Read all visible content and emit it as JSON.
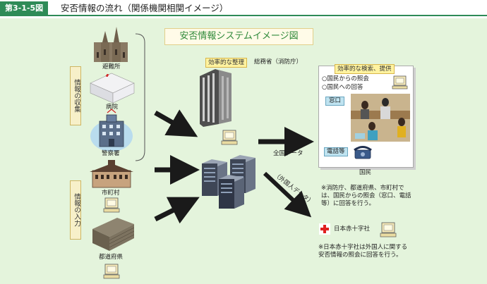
{
  "header": {
    "fig_number": "第3-1-5図",
    "fig_title": "安否情報の流れ（関係機関相関イメージ）"
  },
  "diagram": {
    "banner": "安否情報システムイメージ図",
    "collection_label": "情報の収集",
    "input_label": "情報の入力",
    "sources": {
      "shelter": "避難所",
      "hospital": "病院",
      "police": "警察署",
      "municipality": "市町村",
      "prefecture": "都道府県"
    },
    "fdma": {
      "tag": "効率的な整理",
      "name": "総務省（消防庁）"
    },
    "flows": {
      "national_data": "全国データ",
      "foreigner_data": "（外国人データ）"
    },
    "citizen": {
      "tag": "効率的な検索、提供",
      "line1": "○国民からの照会",
      "line2": "○国民への回答",
      "window": "窓口",
      "phone": "電話等",
      "label": "国民"
    },
    "citizen_note": "※消防庁、都道府県、市町村では、国民からの照会（窓口、電話等）に回答を行う。",
    "red_cross": {
      "name": "日本赤十字社",
      "note": "※日本赤十字社は外国人に関する安否情報の照会に回答を行う。"
    },
    "colors": {
      "fig_header": "#2e8b57",
      "panel_bg": "#e4f4dc",
      "banner_text": "#2f8a3a",
      "tag_bg": "#fff3a0",
      "arrow": "#1a1a1a",
      "red_cross": "#e02020"
    },
    "icons": [
      "cathedral-icon",
      "hospital-icon",
      "police-station-icon",
      "town-hall-icon",
      "office-building-icon",
      "server-icon",
      "computer-icon",
      "telephone-icon",
      "red-cross-icon"
    ]
  }
}
